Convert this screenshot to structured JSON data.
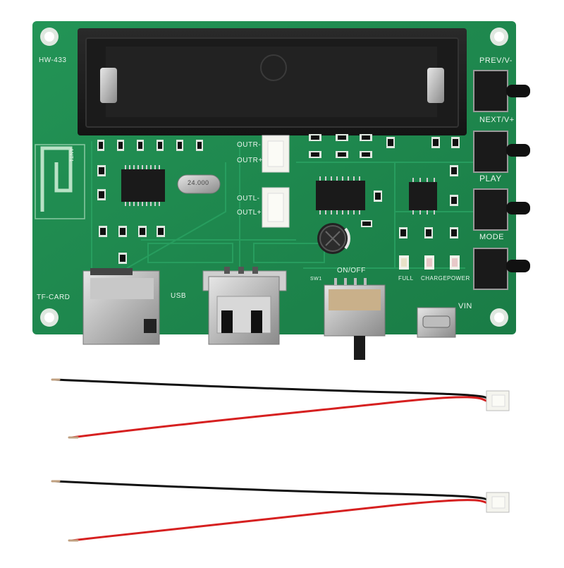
{
  "board": {
    "model": "HW-433",
    "pcb_color": "#1f8a4f",
    "labels": {
      "prev": "PREV/V-",
      "next": "NEXT/V+",
      "play": "PLAY",
      "mode": "MODE",
      "outr_minus": "OUTR-",
      "outr_plus": "OUTR+",
      "outl_minus": "OUTL-",
      "outl_plus": "OUTL+",
      "tf_card": "TF-CARD",
      "usb": "USB",
      "on_off": "ON/OFF",
      "vin": "VIN",
      "full": "FULL",
      "charge": "CHARGE",
      "power": "POWER",
      "crystal": "24.000",
      "antenna": "ANT1",
      "switch": "SW1"
    }
  },
  "cables": {
    "count": 2,
    "wire_colors": [
      "#111111",
      "#d62020"
    ],
    "connector_color": "#f4f4ee"
  }
}
